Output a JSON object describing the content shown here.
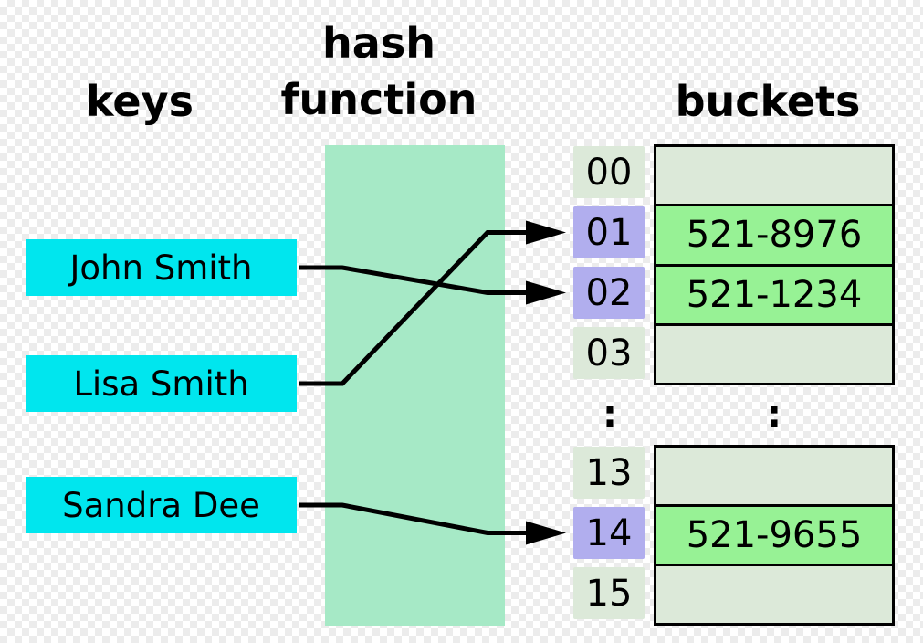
{
  "headers": {
    "keys": "keys",
    "hash_function": "hash function",
    "buckets": "buckets"
  },
  "keys": [
    {
      "id": "john-smith",
      "label": "John Smith"
    },
    {
      "id": "lisa-smith",
      "label": "Lisa Smith"
    },
    {
      "id": "sandra-dee",
      "label": "Sandra Dee"
    }
  ],
  "slots": [
    {
      "index": "00",
      "value": "",
      "highlighted": false
    },
    {
      "index": "01",
      "value": "521-8976",
      "highlighted": true
    },
    {
      "index": "02",
      "value": "521-1234",
      "highlighted": true
    },
    {
      "index": "03",
      "value": "",
      "highlighted": false
    },
    {
      "index": "13",
      "value": "",
      "highlighted": false
    },
    {
      "index": "14",
      "value": "521-9655",
      "highlighted": true
    },
    {
      "index": "15",
      "value": "",
      "highlighted": false
    }
  ],
  "ellipsis": ":",
  "mappings": [
    {
      "key": "john-smith",
      "slot": "02"
    },
    {
      "key": "lisa-smith",
      "slot": "01"
    },
    {
      "key": "sandra-dee",
      "slot": "14"
    }
  ],
  "colors": {
    "key_box": "#00e6ee",
    "hash_band": "#a6e9c6",
    "slot_default": "#dce9d9",
    "slot_highlight": "#b1aeee",
    "bucket_empty": "#dce9d9",
    "bucket_filled": "#97f295",
    "line": "#000000"
  }
}
